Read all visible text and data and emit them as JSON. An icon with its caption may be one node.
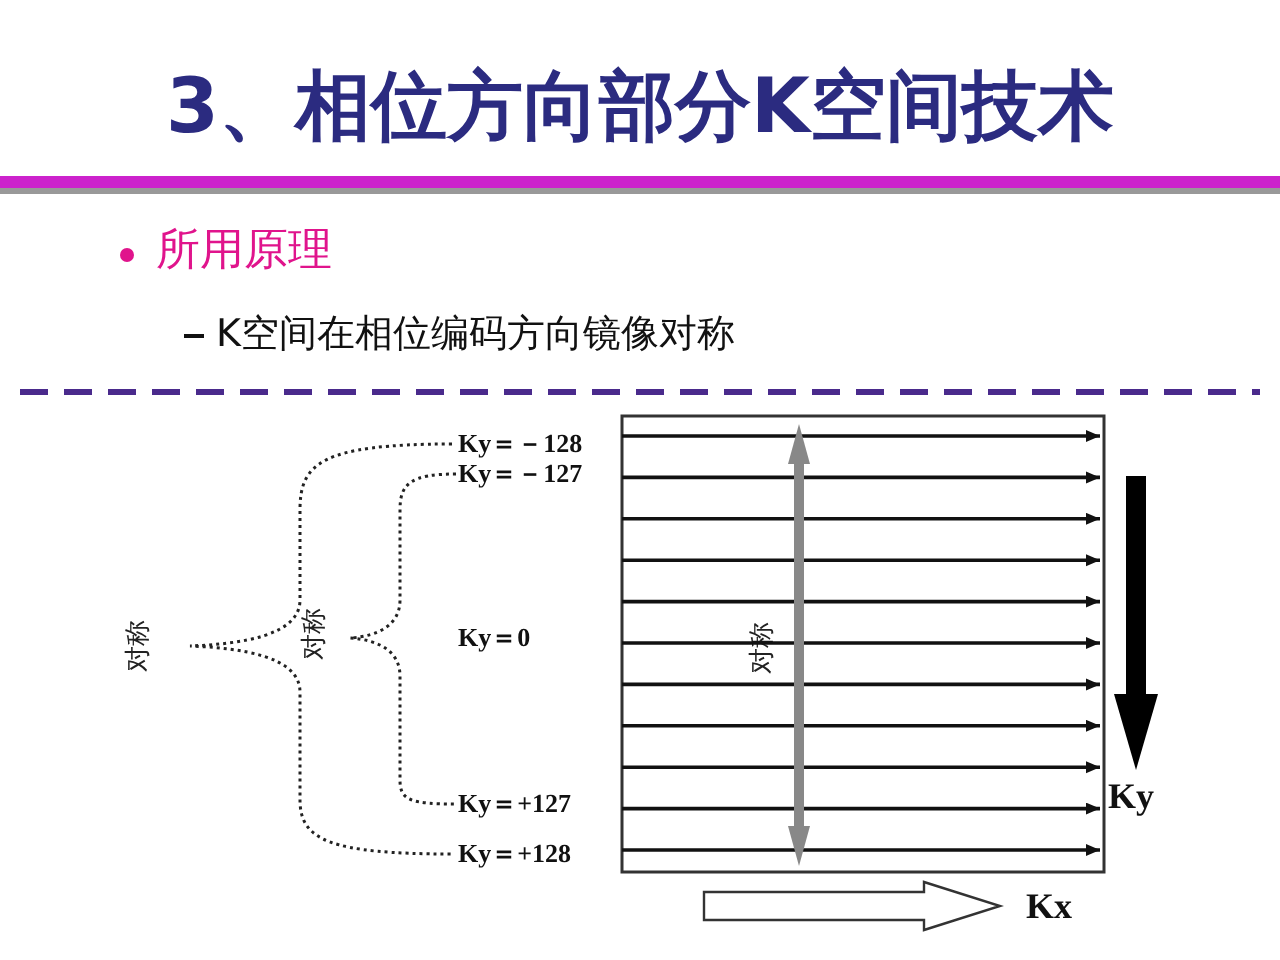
{
  "diagram": {
    "title": "3、相位方向部分K空间技术",
    "labels": [
      "所用原理",
      "K空间在相位编码方向镜像对称",
      "Ky＝－128",
      "Ky＝－127",
      "Ky＝0",
      "Ky＝+127",
      "Ky＝+128",
      "对称",
      "对称",
      "对称",
      "Ky",
      "Kx"
    ]
  }
}
